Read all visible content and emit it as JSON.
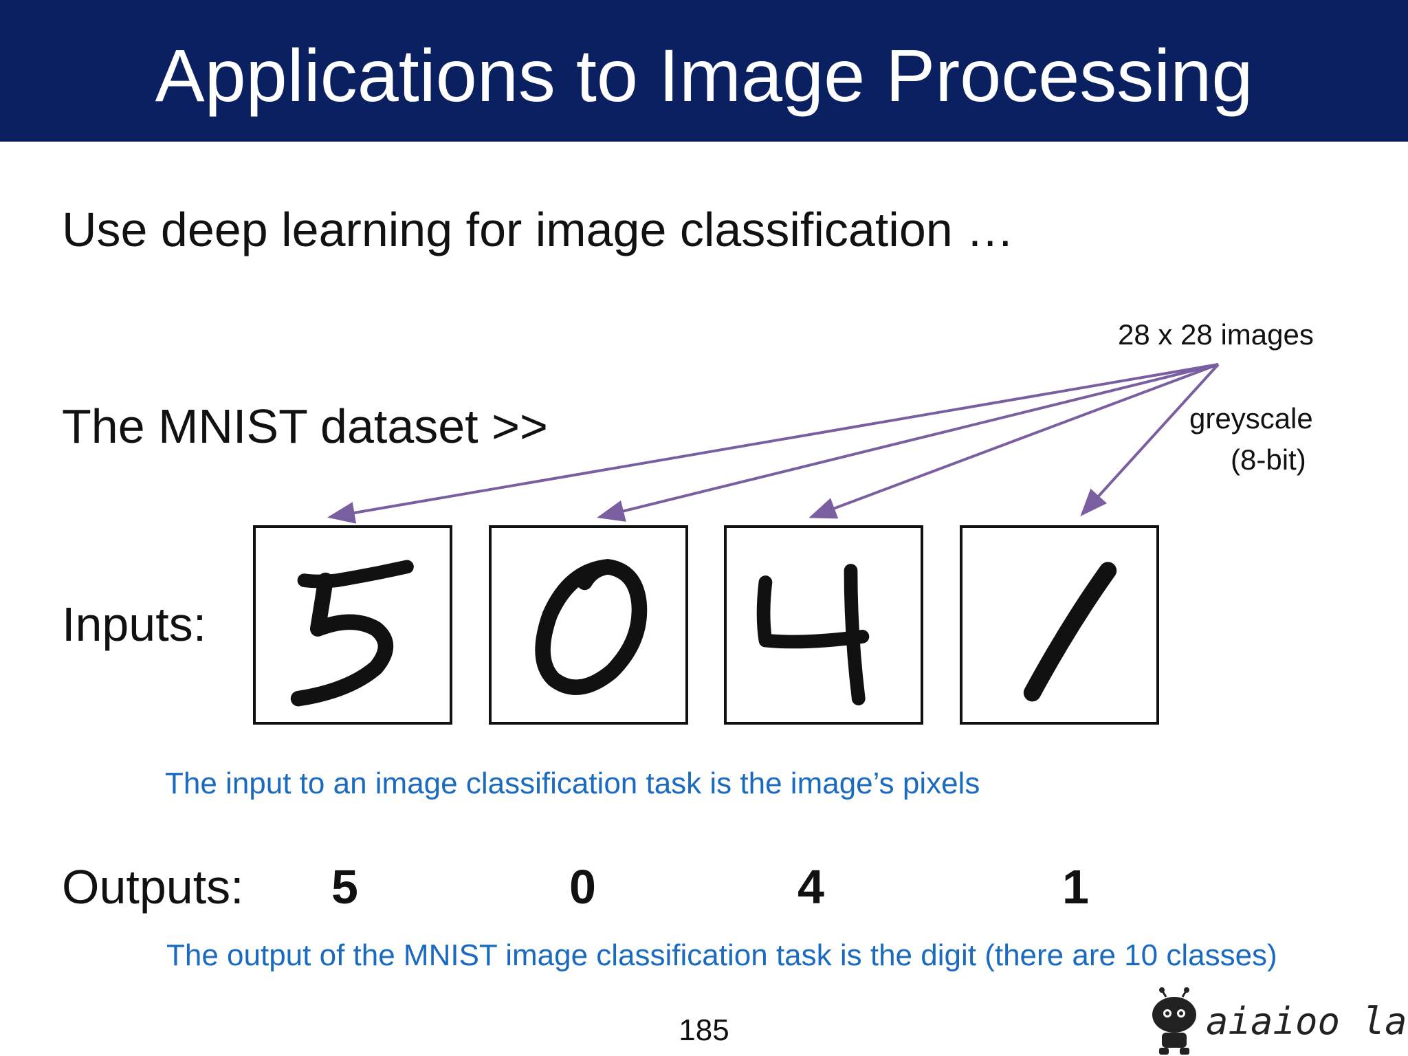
{
  "slide": {
    "title": "Applications to Image Processing",
    "subtitle": "Use deep learning for image classification …",
    "dataset_label": "The MNIST dataset >>",
    "image_size_label": "28 x 28 images",
    "greyscale_label": "greyscale",
    "bit_depth_label": "(8-bit)",
    "inputs_label": "Inputs:",
    "input_caption": "The input to an image classification task is the image’s pixels",
    "outputs_label": "Outputs:",
    "outputs": [
      "5",
      "0",
      "4",
      "1"
    ],
    "output_caption": "The output of the MNIST image classification task is the digit (there are 10 classes)",
    "page_number": "185",
    "logo_text": "aiaioo labs"
  },
  "colors": {
    "header_bg": "#0a2060",
    "caption_blue": "#1a6bbf",
    "arrow_purple": "#7a5fa0"
  }
}
